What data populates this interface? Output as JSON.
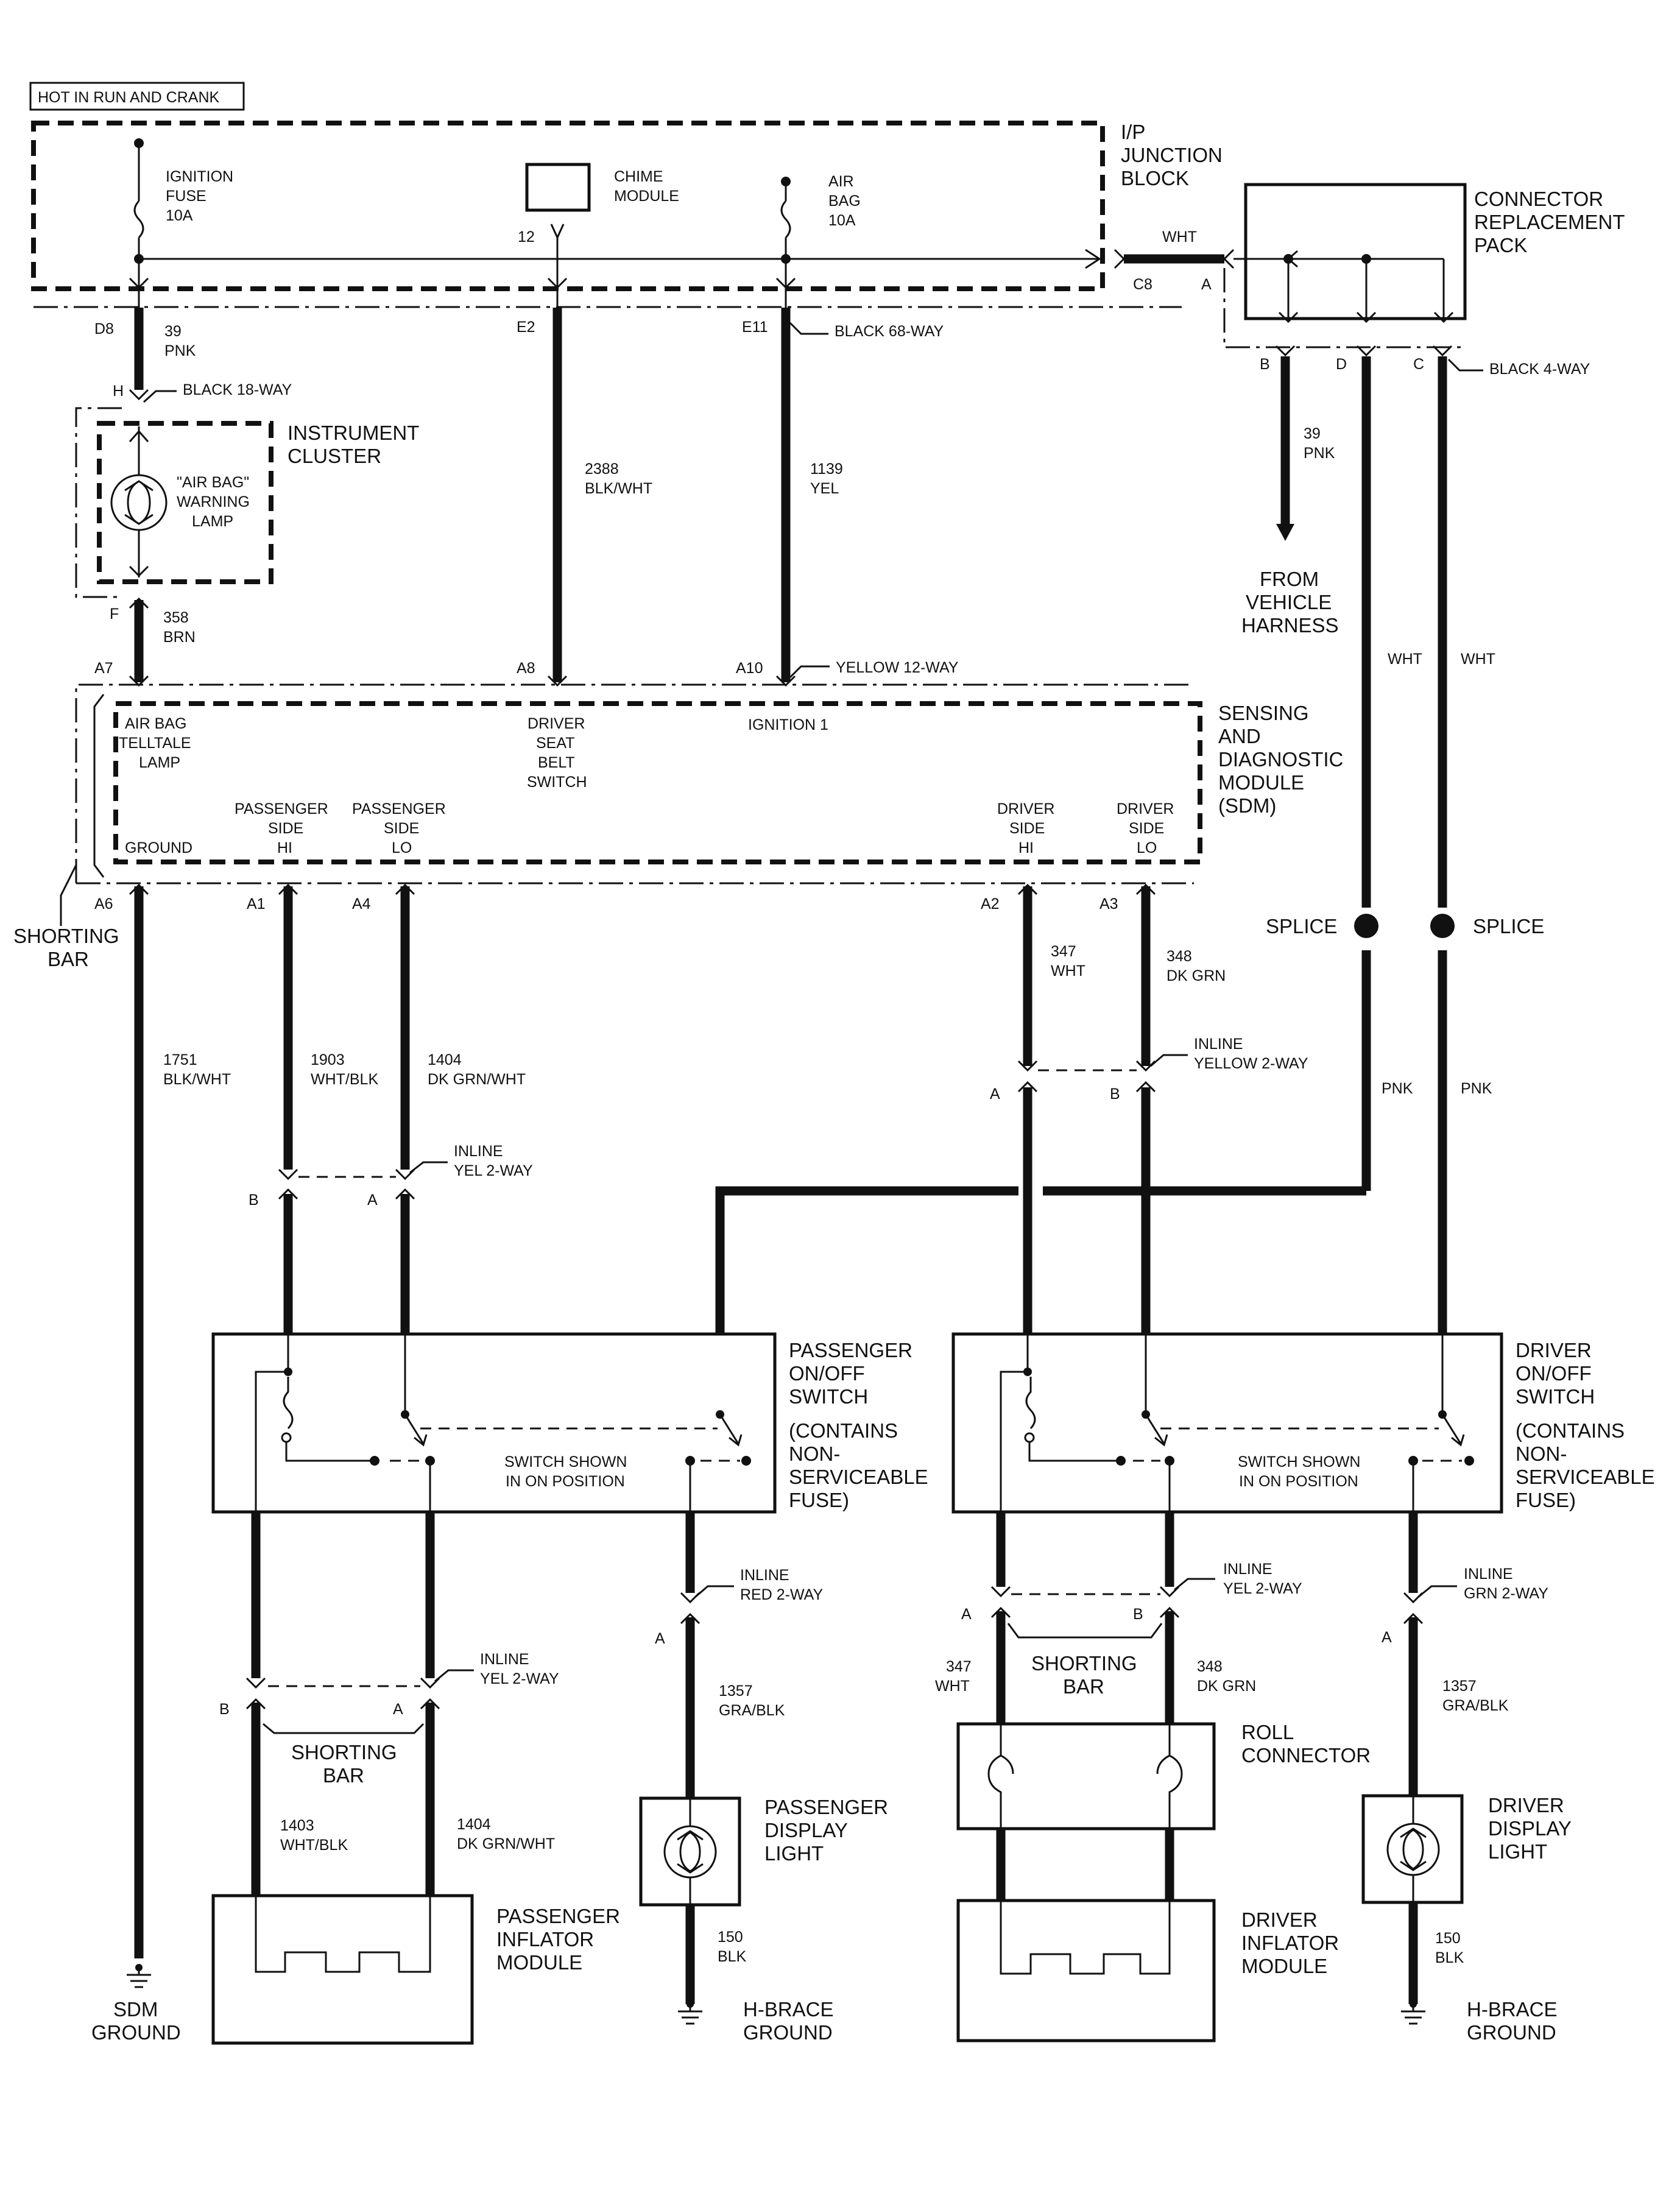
{
  "header": {
    "hot_label": "HOT IN RUN AND CRANK"
  },
  "ip_junction_block": {
    "title": [
      "I/P",
      "JUNCTION",
      "BLOCK"
    ],
    "ignition_fuse": [
      "IGNITION",
      "FUSE",
      "10A"
    ],
    "chime_module": [
      "CHIME",
      "MODULE"
    ],
    "chime_pin": "12",
    "air_bag_fuse": [
      "AIR",
      "BAG",
      "10A"
    ],
    "pins": {
      "d8": "D8",
      "e2": "E2",
      "e11": "E11",
      "c8": "C8",
      "a": "A"
    },
    "connector": "BLACK 68-WAY",
    "c8_wire_color": "WHT"
  },
  "connector_replacement_pack": {
    "title": [
      "CONNECTOR",
      "REPLACEMENT",
      "PACK"
    ],
    "pins": {
      "b": "B",
      "d": "D",
      "c": "C"
    },
    "connector": "BLACK 4-WAY",
    "wire_39": [
      "39",
      "PNK"
    ],
    "from_vehicle": [
      "FROM",
      "VEHICLE",
      "HARNESS"
    ],
    "wht_left": "WHT",
    "wht_right": "WHT"
  },
  "instrument_cluster": {
    "title": [
      "INSTRUMENT",
      "CLUSTER"
    ],
    "pin_h": "H",
    "pin_f": "F",
    "connector": "BLACK 18-WAY",
    "lamp": [
      "\"AIR BAG\"",
      "WARNING",
      "LAMP"
    ],
    "wire_39": [
      "39",
      "PNK"
    ],
    "wire_358": [
      "358",
      "BRN"
    ]
  },
  "wires_upper": {
    "w2388": [
      "2388",
      "BLK/WHT"
    ],
    "w1139": [
      "1139",
      "YEL"
    ]
  },
  "sdm": {
    "title": [
      "SENSING",
      "AND",
      "DIAGNOSTIC",
      "MODULE",
      "(SDM)"
    ],
    "connector": "YELLOW 12-WAY",
    "pins": {
      "a7": "A7",
      "a8": "A8",
      "a10": "A10",
      "a6": "A6",
      "a1": "A1",
      "a4": "A4",
      "a2": "A2",
      "a3": "A3"
    },
    "air_bag_telltale": [
      "AIR BAG",
      "TELLTALE",
      "LAMP"
    ],
    "driver_seat_belt": [
      "DRIVER",
      "SEAT",
      "BELT",
      "SWITCH"
    ],
    "ignition": "IGNITION 1",
    "ground": "GROUND",
    "passenger_hi": [
      "PASSENGER",
      "SIDE",
      "HI"
    ],
    "passenger_lo": [
      "PASSENGER",
      "SIDE",
      "LO"
    ],
    "driver_hi": [
      "DRIVER",
      "SIDE",
      "HI"
    ],
    "driver_lo": [
      "DRIVER",
      "SIDE",
      "LO"
    ],
    "shorting_bar": [
      "SHORTING",
      "BAR"
    ]
  },
  "wires_middle": {
    "w1751": [
      "1751",
      "BLK/WHT"
    ],
    "w1903": [
      "1903",
      "WHT/BLK"
    ],
    "w1404": [
      "1404",
      "DK GRN/WHT"
    ],
    "w347": [
      "347",
      "WHT"
    ],
    "w348": [
      "348",
      "DK GRN"
    ],
    "inline_pass": [
      "INLINE",
      "YEL 2-WAY"
    ],
    "inline_drv": [
      "INLINE",
      "YELLOW 2-WAY"
    ],
    "pin_b": "B",
    "pin_a": "A",
    "splice": "SPLICE",
    "pnk": "PNK"
  },
  "passenger_switch": {
    "title": [
      "PASSENGER",
      "ON/OFF",
      "SWITCH"
    ],
    "note": [
      "(CONTAINS",
      "NON-",
      "SERVICEABLE",
      "FUSE)"
    ],
    "shown": [
      "SWITCH SHOWN",
      "IN ON POSITION"
    ]
  },
  "driver_switch": {
    "title": [
      "DRIVER",
      "ON/OFF",
      "SWITCH"
    ],
    "note": [
      "(CONTAINS",
      "NON-",
      "SERVICEABLE",
      "FUSE)"
    ],
    "shown": [
      "SWITCH SHOWN",
      "IN ON POSITION"
    ]
  },
  "passenger_lower": {
    "inline_red": [
      "INLINE",
      "RED 2-WAY"
    ],
    "inline_yel": [
      "INLINE",
      "YEL 2-WAY"
    ],
    "w1357": [
      "1357",
      "GRA/BLK"
    ],
    "shorting_bar": [
      "SHORTING",
      "BAR"
    ],
    "w1403": [
      "1403",
      "WHT/BLK"
    ],
    "w1404": [
      "1404",
      "DK GRN/WHT"
    ],
    "display_light": [
      "PASSENGER",
      "DISPLAY",
      "LIGHT"
    ],
    "w150": [
      "150",
      "BLK"
    ],
    "inflator": [
      "PASSENGER",
      "INFLATOR",
      "MODULE"
    ],
    "pin_a": "A",
    "pin_b": "B"
  },
  "driver_lower": {
    "inline_yel": [
      "INLINE",
      "YEL 2-WAY"
    ],
    "inline_grn": [
      "INLINE",
      "GRN 2-WAY"
    ],
    "w347": [
      "347",
      "WHT"
    ],
    "w348": [
      "348",
      "DK GRN"
    ],
    "shorting_bar": [
      "SHORTING",
      "BAR"
    ],
    "roll_connector": [
      "ROLL",
      "CONNECTOR"
    ],
    "w1357": [
      "1357",
      "GRA/BLK"
    ],
    "display_light": [
      "DRIVER",
      "DISPLAY",
      "LIGHT"
    ],
    "w150": [
      "150",
      "BLK"
    ],
    "inflator": [
      "DRIVER",
      "INFLATOR",
      "MODULE"
    ],
    "pin_a": "A",
    "pin_b": "B"
  },
  "grounds": {
    "sdm": [
      "SDM",
      "GROUND"
    ],
    "hbrace_left": [
      "H-BRACE",
      "GROUND"
    ],
    "hbrace_right": [
      "H-BRACE",
      "GROUND"
    ]
  }
}
